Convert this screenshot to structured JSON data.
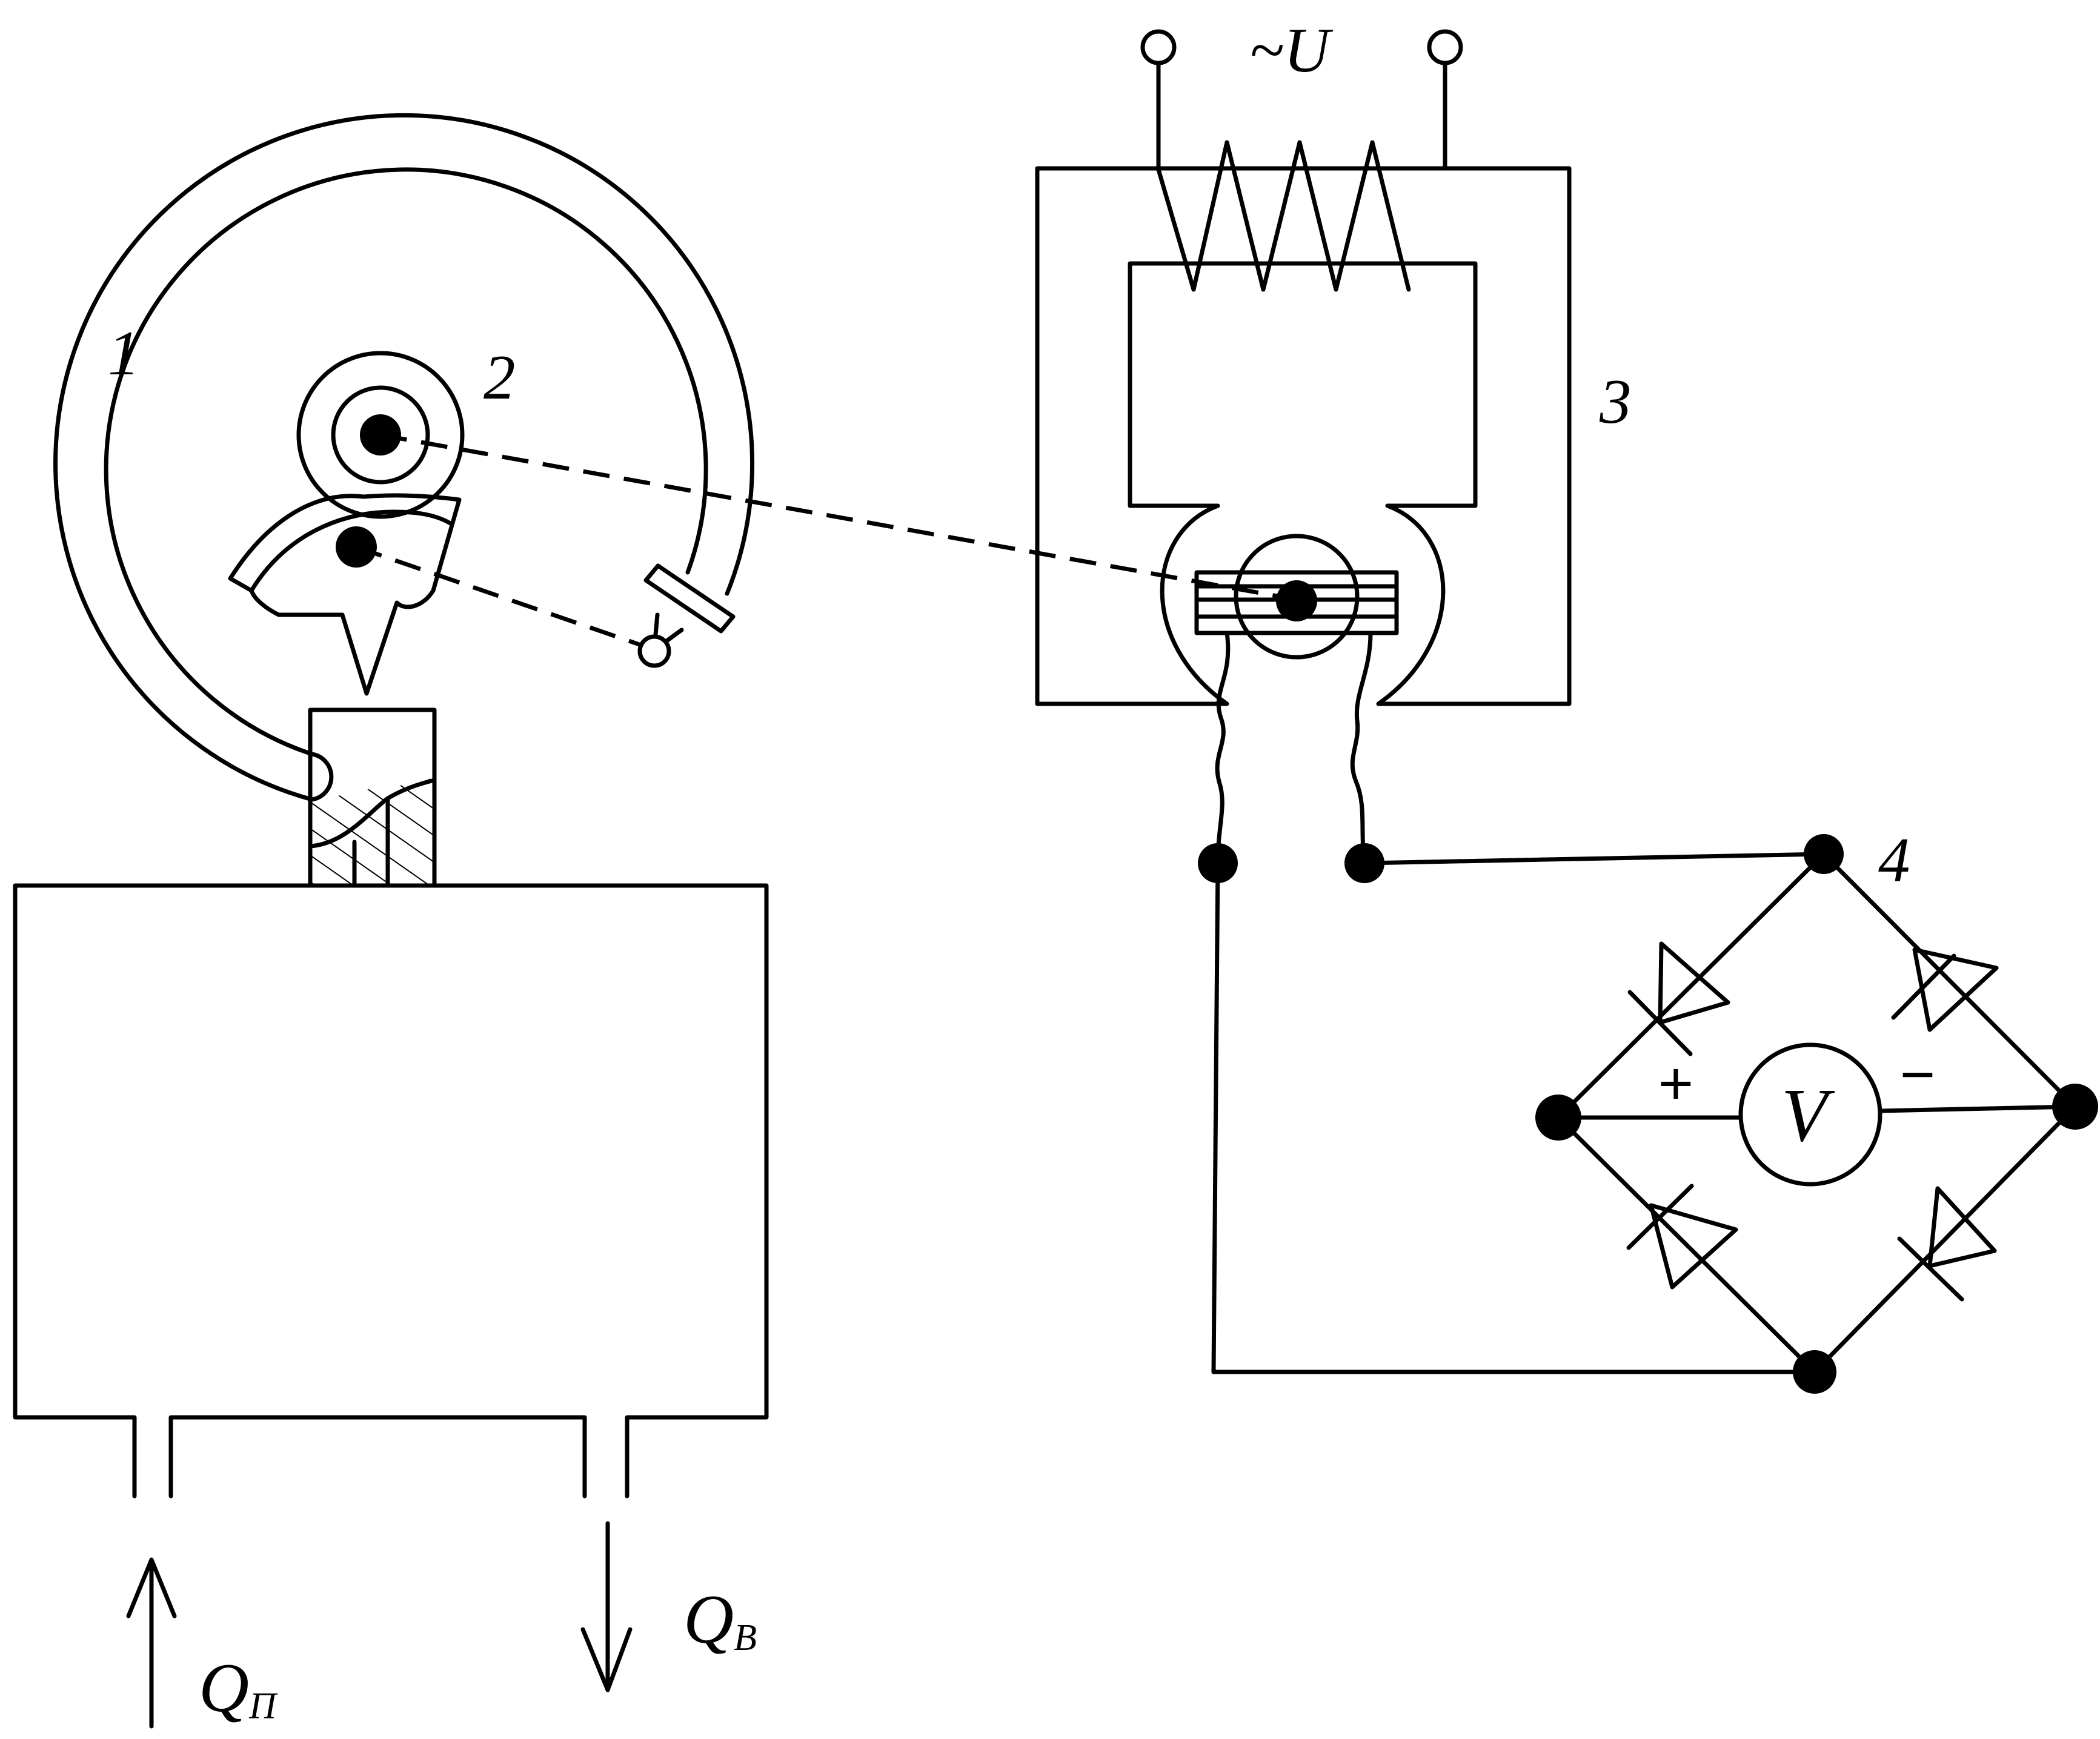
{
  "labels": {
    "bourdon_tube": "1",
    "sector_gear": "2",
    "transformer": "3",
    "bridge": "4",
    "supply_voltage": "~U",
    "voltmeter": "V",
    "plus": "+",
    "minus": "−",
    "flow_in_letter": "Q",
    "flow_in_sub": "П",
    "flow_out_letter": "Q",
    "flow_out_sub": "В"
  }
}
